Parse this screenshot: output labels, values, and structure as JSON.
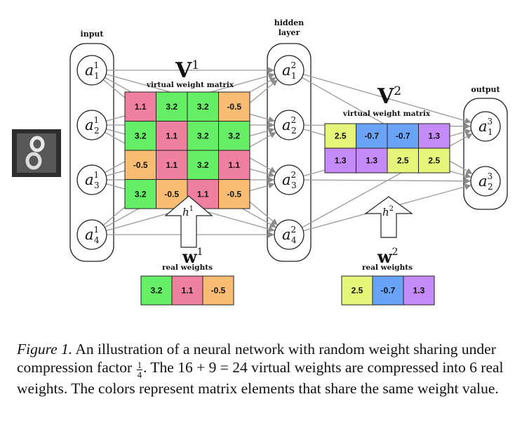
{
  "labels": {
    "input": "input",
    "hidden": [
      "hidden",
      "layer"
    ],
    "output": "output",
    "virtual_weight_matrix": "virtual weight matrix",
    "real_weights": "real weights"
  },
  "symbols": {
    "V1": {
      "base": "V",
      "sup": "1"
    },
    "V2": {
      "base": "V",
      "sup": "2"
    },
    "w1": {
      "base": "w",
      "sup": "1"
    },
    "w2": {
      "base": "w",
      "sup": "2"
    },
    "h1": {
      "base": "h",
      "sup": "1"
    },
    "h2": {
      "base": "h",
      "sup": "2"
    }
  },
  "nodes": {
    "input": [
      {
        "base": "a",
        "sup": "1",
        "sub": "1"
      },
      {
        "base": "a",
        "sup": "1",
        "sub": "2"
      },
      {
        "base": "a",
        "sup": "1",
        "sub": "3"
      },
      {
        "base": "a",
        "sup": "1",
        "sub": "4"
      }
    ],
    "hidden": [
      {
        "base": "a",
        "sup": "2",
        "sub": "1"
      },
      {
        "base": "a",
        "sup": "2",
        "sub": "2"
      },
      {
        "base": "a",
        "sup": "2",
        "sub": "3"
      },
      {
        "base": "a",
        "sup": "2",
        "sub": "4"
      }
    ],
    "output": [
      {
        "base": "a",
        "sup": "3",
        "sub": "1"
      },
      {
        "base": "a",
        "sup": "3",
        "sub": "2"
      }
    ]
  },
  "colors": {
    "green": "#66ee66",
    "pink": "#f0809f",
    "orange": "#f8bc72",
    "yellow": "#e4f57a",
    "blue": "#6aa4f8",
    "purple": "#c48af7"
  },
  "matrix1": [
    [
      {
        "v": "1.1",
        "c": "pink"
      },
      {
        "v": "3.2",
        "c": "green"
      },
      {
        "v": "3.2",
        "c": "green"
      },
      {
        "v": "-0.5",
        "c": "orange"
      }
    ],
    [
      {
        "v": "3.2",
        "c": "green"
      },
      {
        "v": "1.1",
        "c": "pink"
      },
      {
        "v": "3.2",
        "c": "green"
      },
      {
        "v": "3.2",
        "c": "green"
      }
    ],
    [
      {
        "v": "-0.5",
        "c": "orange"
      },
      {
        "v": "1.1",
        "c": "pink"
      },
      {
        "v": "3.2",
        "c": "green"
      },
      {
        "v": "1.1",
        "c": "pink"
      }
    ],
    [
      {
        "v": "3.2",
        "c": "green"
      },
      {
        "v": "-0.5",
        "c": "orange"
      },
      {
        "v": "1.1",
        "c": "pink"
      },
      {
        "v": "-0.5",
        "c": "orange"
      }
    ]
  ],
  "matrix2": [
    [
      {
        "v": "2.5",
        "c": "yellow"
      },
      {
        "v": "-0.7",
        "c": "blue"
      },
      {
        "v": "-0.7",
        "c": "blue"
      },
      {
        "v": "1.3",
        "c": "purple"
      }
    ],
    [
      {
        "v": "1.3",
        "c": "purple"
      },
      {
        "v": "1.3",
        "c": "purple"
      },
      {
        "v": "2.5",
        "c": "yellow"
      },
      {
        "v": "2.5",
        "c": "yellow"
      }
    ]
  ],
  "real1": [
    {
      "v": "3.2",
      "c": "green"
    },
    {
      "v": "1.1",
      "c": "pink"
    },
    {
      "v": "-0.5",
      "c": "orange"
    }
  ],
  "real2": [
    {
      "v": "2.5",
      "c": "yellow"
    },
    {
      "v": "-0.7",
      "c": "blue"
    },
    {
      "v": "1.3",
      "c": "purple"
    }
  ],
  "caption": {
    "label": "Figure 1.",
    "part1": " An illustration of a neural network with random weight sharing under compression factor ",
    "frac_num": "1",
    "frac_den": "4",
    "part2": ". The 16 + 9 = 24 virtual weights are compressed into 6 real weights. The colors represent matrix elements that share the same weight value."
  }
}
